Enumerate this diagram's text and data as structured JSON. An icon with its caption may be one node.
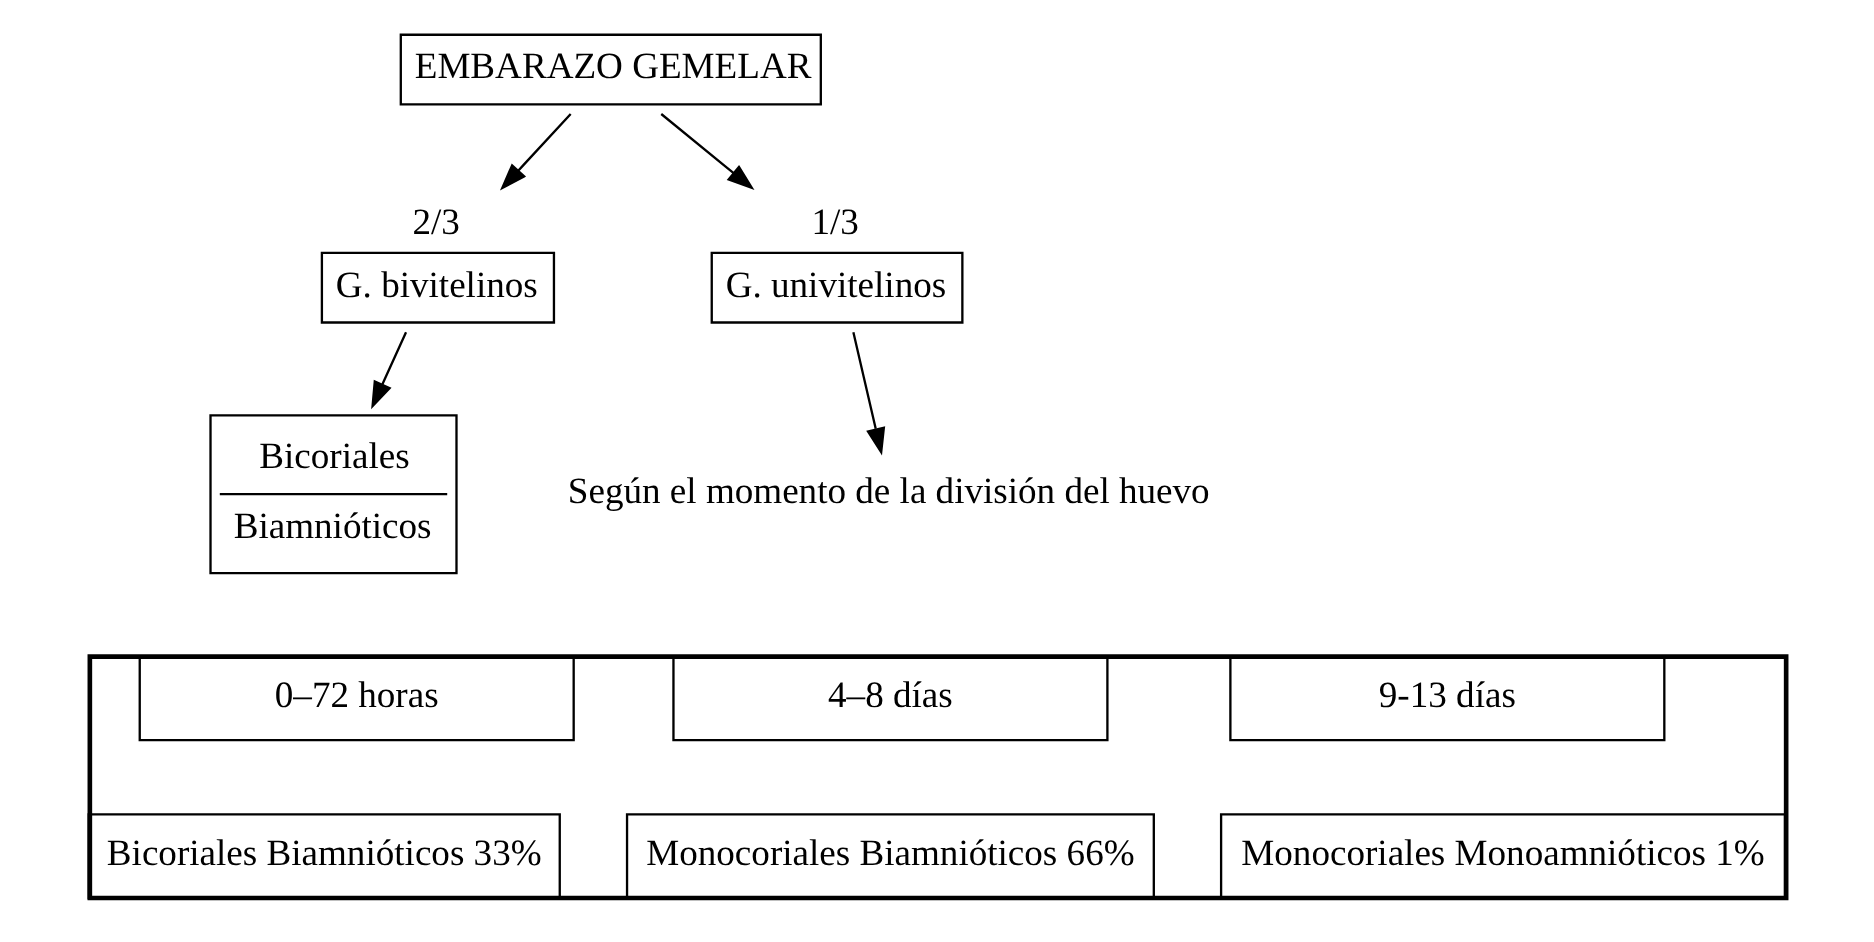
{
  "diagram": {
    "nodes": [
      {
        "text": [
          "EMBARAZO GEMELAR"
        ]
      },
      {
        "text": [
          "G. bivitelinos"
        ],
        "beside": [
          "2/3"
        ]
      },
      {
        "text": [
          "G. univitelinos"
        ],
        "beside": [
          "1/3"
        ]
      },
      {
        "text": [
          "Bicoriales",
          "Biamnióticos"
        ]
      },
      {
        "text": [
          "Según el momento de la división del huevo"
        ]
      },
      {
        "text": [],
        "shape": "box"
      },
      {
        "text": [
          "0–72 horas"
        ],
        "in": 5
      },
      {
        "text": [
          "4–8 días"
        ],
        "in": 5
      },
      {
        "text": [
          "9-13 días"
        ],
        "in": 5
      },
      {
        "text": [
          "Bicoriales Biamnióticos 33%"
        ],
        "in": 5
      },
      {
        "text": [
          "Monocoriales Biamnióticos 66%"
        ],
        "in": 5
      },
      {
        "text": [
          "Monocoriales Monoamnióticos 1%"
        ],
        "in": 5
      }
    ],
    "edges": [
      {
        "from": 0,
        "to": 1,
        "arrow": "to"
      },
      {
        "from": 0,
        "to": 2,
        "arrow": "to"
      },
      {
        "from": 1,
        "to": 3,
        "arrow": "to"
      },
      {
        "from": 2,
        "to": 4,
        "arrow": "to"
      }
    ]
  }
}
